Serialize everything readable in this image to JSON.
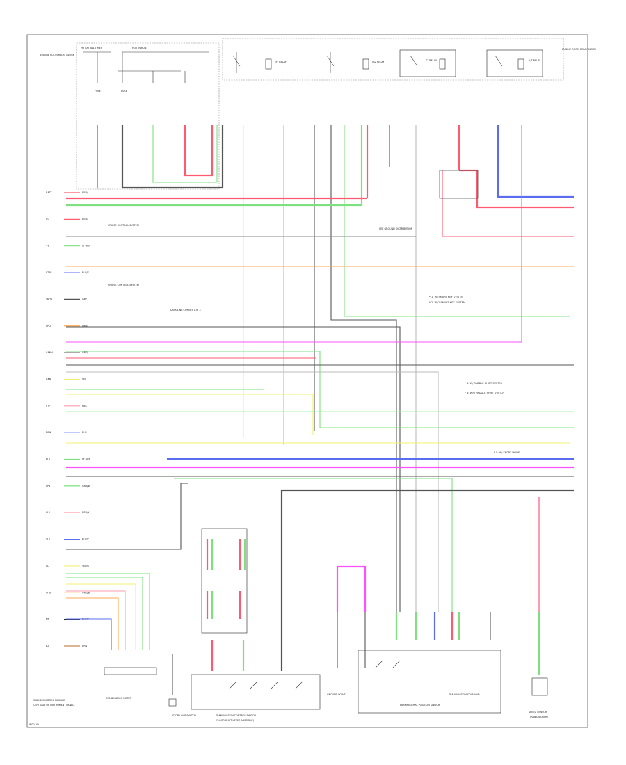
{
  "colors": {
    "red": "#ff5a70",
    "green": "#7fe07f",
    "lightgreen": "#a8f0a8",
    "blue": "#5a6cf0",
    "magenta": "#ff50ff",
    "orange": "#ffaa55",
    "yellow": "#f0f070",
    "gray": "#555555",
    "pink": "#ff9ab0",
    "black": "#222222",
    "brown": "#c08a50",
    "violet": "#b070f0",
    "white": "#bbbbbb"
  },
  "ecm_pins": [
    {
      "pin": "BATT",
      "wire": "RED/L",
      "color": "red"
    },
    {
      "pin": "IG",
      "wire": "RED/L",
      "color": "red"
    },
    {
      "pin": "+B",
      "wire": "LT GRN",
      "color": "green"
    },
    {
      "pin": "STAR",
      "wire": "BLU/Y",
      "color": "blue"
    },
    {
      "pin": "TACH",
      "wire": "GRY",
      "color": "gray"
    },
    {
      "pin": "SPD",
      "wire": "ORN",
      "color": "orange"
    },
    {
      "pin": "CANH",
      "wire": "GRY/L",
      "color": "gray"
    },
    {
      "pin": "CANL",
      "wire": "YEL",
      "color": "yellow"
    },
    {
      "pin": "STP",
      "wire": "PNK",
      "color": "pink"
    },
    {
      "pin": "NSW",
      "wire": "BLU",
      "color": "blue"
    },
    {
      "pin": "ELS",
      "wire": "LT GRN",
      "color": "green"
    },
    {
      "pin": "SP1",
      "wire": "GRN/W",
      "color": "green"
    },
    {
      "pin": "SL1",
      "wire": "RED/Y",
      "color": "red"
    },
    {
      "pin": "SL2",
      "wire": "BLU/Y",
      "color": "blue"
    },
    {
      "pin": "SLT",
      "wire": "YEL/G",
      "color": "yellow"
    },
    {
      "pin": "THO",
      "wire": "ORN/B",
      "color": "orange"
    },
    {
      "pin": "NT",
      "wire": "BLK/Y",
      "color": "black"
    },
    {
      "pin": "E2",
      "wire": "BRN",
      "color": "brown"
    }
  ],
  "labels": {
    "ecm": "ENGINE CONTROL MODULE",
    "ecm_sub": "(LEFT SIDE OF INSTRUMENT PANEL)",
    "hot_at_all_times": "HOT AT ALL TIMES",
    "hot_in_run": "HOT IN RUN",
    "fuse_a": "FUSE",
    "fuse_b": "FUSE",
    "relay_block": "ENGINE ROOM RELAY BLOCK",
    "relay_1": "EFI RELAY",
    "relay_2": "IG2 RELAY",
    "relay_3": "ST RELAY",
    "relay_4": "A/T RELAY",
    "cruise": "CRUISE CONTROL SYSTEM",
    "data_link": "DATA LINK CONNECTOR 3",
    "see_ground": "SEE GROUND DISTRIBUTION",
    "combination_meter": "COMBINATION METER",
    "tcm": "TRANSMISSION CONTROL SWITCH",
    "tcm_sub": "(FLOOR SHIFT LEVER ASSEMBLY)",
    "park_neutral": "PARK/NEUTRAL POSITION SWITCH",
    "transmission_solenoid": "TRANSMISSION SOLENOID",
    "speed_sensor": "SPEED SENSOR",
    "speed_sensor_sub": "(TRANSMISSION)",
    "ground_bar": "GROUND POINT",
    "stop_lamp": "STOP LAMP SWITCH",
    "code": "W00101"
  },
  "notes": [
    "* 1: W/ SMART KEY SYSTEM",
    "* 2: W/O SMART KEY SYSTEM",
    "* 3: W/ PADDLE SHIFT SWITCH",
    "* 4: W/O PADDLE SHIFT SWITCH",
    "* 5: W/ SPORT MODE"
  ]
}
